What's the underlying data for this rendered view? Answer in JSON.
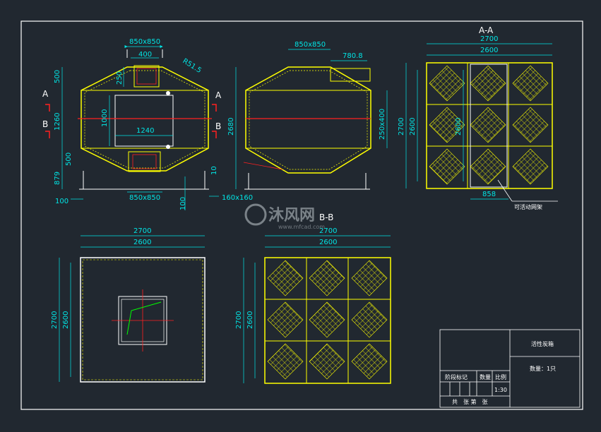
{
  "views": {
    "front": {
      "dims": [
        "850x850",
        "400",
        "250",
        "R51.5",
        "500",
        "1260",
        "1000",
        "1240",
        "500",
        "879",
        "850x850",
        "100",
        "10",
        "100",
        "160x160"
      ],
      "section_marks": [
        "A",
        "B",
        "A",
        "B"
      ]
    },
    "side": {
      "dims": [
        "850x850",
        "780.8",
        "2680",
        "250x400"
      ]
    },
    "section_aa": {
      "title": "A-A",
      "dims": [
        "2700",
        "2600",
        "2700",
        "2600",
        "2600",
        "858"
      ],
      "note": "可活动网架"
    },
    "plan": {
      "dims": [
        "2700",
        "2600",
        "2700",
        "2600"
      ]
    },
    "section_bb": {
      "title": "B-B",
      "dims": [
        "2700",
        "2600",
        "2700",
        "2600"
      ]
    }
  },
  "title_block": {
    "name": "活性炭箱",
    "quantity": "数量：1只",
    "labels": [
      "阶段标记",
      "数量",
      "比例"
    ],
    "scale": "1:30",
    "sheet": "共　张 第　张"
  },
  "watermark": {
    "brand": "沐风网",
    "url": "www.mfcad.com"
  },
  "colors": {
    "background": "#212830",
    "frame": "#ffffff",
    "outline": "#ffff00",
    "dimension": "#00e5e5",
    "section_line": "#ff2020",
    "green": "#00ff00"
  }
}
